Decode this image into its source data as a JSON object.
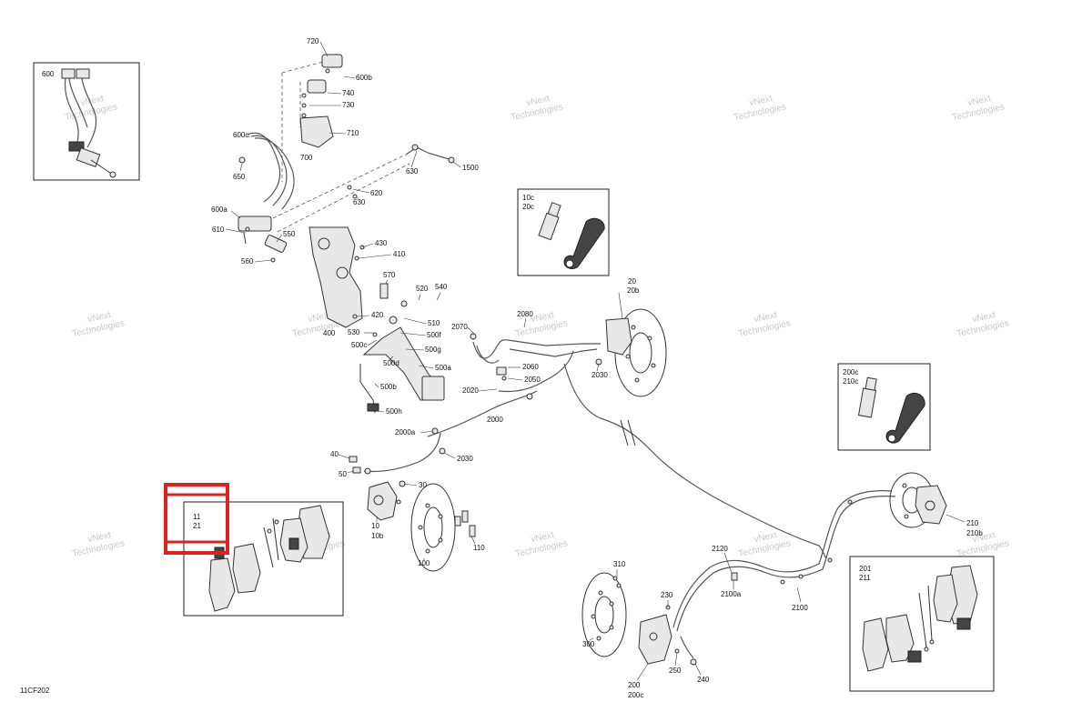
{
  "diagram": {
    "code": "11CF202",
    "watermark_line1": "vNext",
    "watermark_line2": "Technologies",
    "highlight_color": "#e02020",
    "inset_600": {
      "label": "600"
    },
    "inset_10c": {
      "line1": "10c",
      "line2": "20c"
    },
    "inset_200c": {
      "line1": "200c",
      "line2": "210c"
    },
    "inset_11": {
      "line1": "11",
      "line2": "21"
    },
    "inset_201": {
      "line1": "201",
      "line2": "211"
    },
    "labels": {
      "l720": "720",
      "l600b": "600b",
      "l740": "740",
      "l730": "730",
      "l710": "710",
      "l700": "700",
      "l600c": "600c",
      "l650": "650",
      "l630a": "630",
      "l1500": "1500",
      "l620": "620",
      "l630b": "630",
      "l600a": "600a",
      "l610": "610",
      "l550": "550",
      "l560": "560",
      "l430": "430",
      "l410": "410",
      "l570": "570",
      "l520": "520",
      "l540": "540",
      "l420": "420",
      "l510": "510",
      "l530": "530",
      "l400": "400",
      "l500f": "500f",
      "l500c": "500c",
      "l500g": "500g",
      "l500d": "500d",
      "l500a": "500a",
      "l500b": "500b",
      "l500h": "500h",
      "l2070": "2070",
      "l2080": "2080",
      "l20": "20",
      "l20b": "20b",
      "l2060": "2060",
      "l2050": "2050",
      "l2030a": "2030",
      "l2020": "2020",
      "l2000": "2000",
      "l2000a": "2000a",
      "l2030b": "2030",
      "l40": "40",
      "l50": "50",
      "l30": "30",
      "l10": "10",
      "l10b": "10b",
      "l110": "110",
      "l100": "100",
      "l310": "310",
      "l2120": "2120",
      "l2100a": "2100a",
      "l2100": "2100",
      "l210": "210",
      "l210b": "210b",
      "l230": "230",
      "l300": "300",
      "l250": "250",
      "l240": "240",
      "l200": "200",
      "l200c": "200c"
    }
  }
}
